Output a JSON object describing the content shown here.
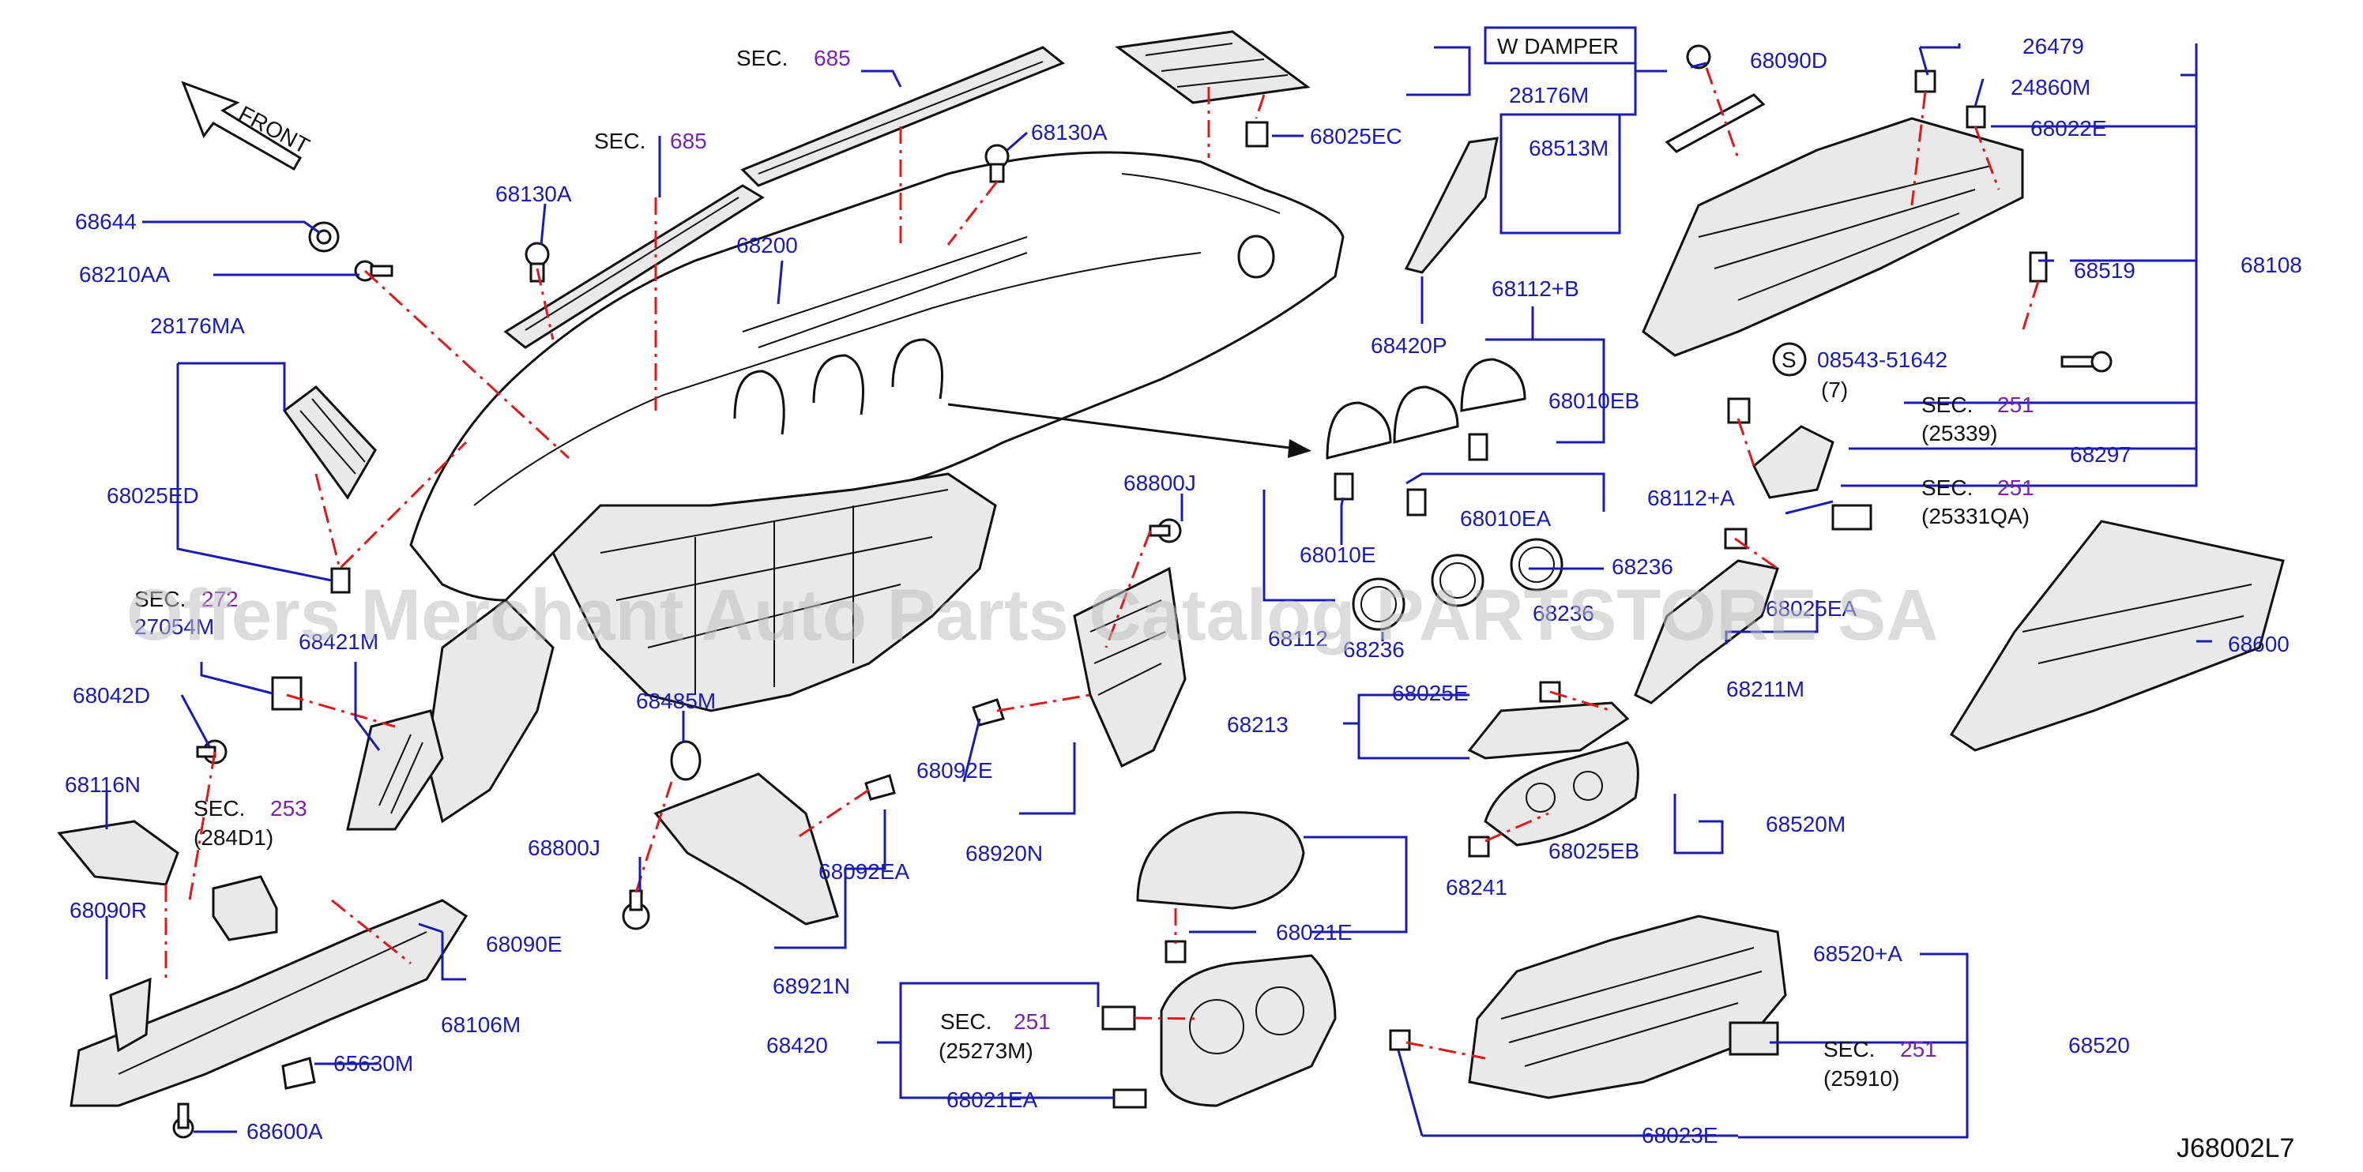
{
  "diagram": {
    "code": "J68002L7",
    "front_label": "FRONT",
    "watermark": "Offers Merchant Auto Parts Catalog PARTSTORE SA",
    "damper_label": "W   DAMPER",
    "labels": {
      "p68644": "68644",
      "p68210AA": "68210AA",
      "p28176MA": "28176MA",
      "p68025ED": "68025ED",
      "p27054M": "27054M",
      "p68421M": "68421M",
      "p68042D": "68042D",
      "p68116N": "68116N",
      "p68090R": "68090R",
      "p68090E": "68090E",
      "p68106M": "68106M",
      "p65630M": "65630M",
      "p68600A": "68600A",
      "p68130A_1": "68130A",
      "p68130A_2": "68130A",
      "p68200": "68200",
      "p68485M": "68485M",
      "p68800J_1": "68800J",
      "p68800J_2": "68800J",
      "p68092EA": "68092EA",
      "p68921N": "68921N",
      "p68092E": "68092E",
      "p68920N": "68920N",
      "p68420": "68420",
      "p68021EA": "68021EA",
      "p68021E": "68021E",
      "p68241": "68241",
      "p68025EC": "68025EC",
      "p28176M": "28176M",
      "p68420P": "68420P",
      "p68090D": "68090D",
      "p68513M": "68513M",
      "p68112B": "68112+B",
      "p68010EB": "68010EB",
      "p68010EA": "68010EA",
      "p68112A": "68112+A",
      "p68010E": "68010E",
      "p68112": "68112",
      "p68236_1": "68236",
      "p68236_2": "68236",
      "p68236_3": "68236",
      "p68213": "68213",
      "p68025E": "68025E",
      "p68520M": "68520M",
      "p68025EB": "68025EB",
      "p68211M": "68211M",
      "p68025EA": "68025EA",
      "p68600": "68600",
      "p68520A": "68520+A",
      "p68520": "68520",
      "p68023E": "68023E",
      "p26479": "26479",
      "p24860M": "24860M",
      "p68022E": "68022E",
      "p68519": "68519",
      "p68108": "68108",
      "p08543": "08543-51642",
      "p08543_qty": "(7)",
      "p68297": "68297",
      "s_symbol": "S"
    },
    "sections": [
      {
        "prefix": "SEC.",
        "num": "685",
        "sub": ""
      },
      {
        "prefix": "SEC.",
        "num": "685",
        "sub": ""
      },
      {
        "prefix": "SEC.",
        "num": "272",
        "sub": ""
      },
      {
        "prefix": "SEC.",
        "num": "253",
        "sub": "(284D1)"
      },
      {
        "prefix": "SEC.",
        "num": "251",
        "sub": "(25273M)"
      },
      {
        "prefix": "SEC.",
        "num": "251",
        "sub": "(25910)"
      },
      {
        "prefix": "SEC.",
        "num": "251",
        "sub": "(25339)"
      },
      {
        "prefix": "SEC.",
        "num": "251",
        "sub": "(25331QA)"
      }
    ]
  }
}
